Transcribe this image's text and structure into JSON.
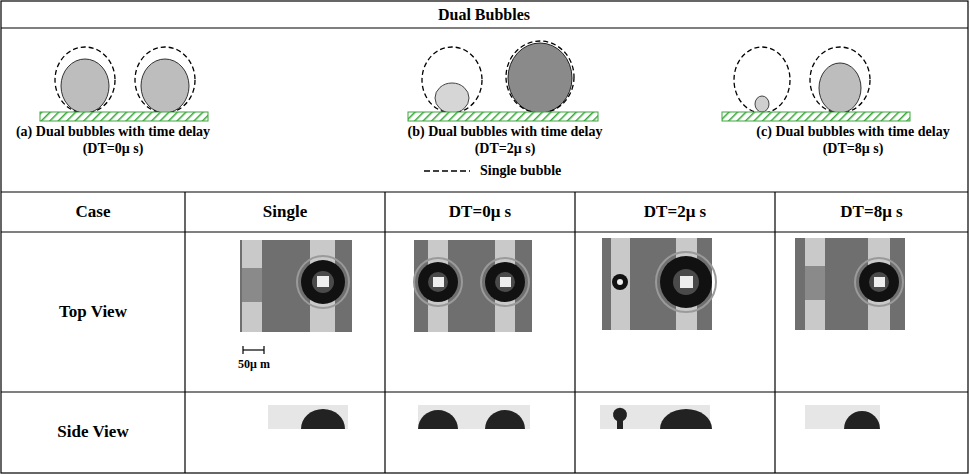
{
  "diagram": {
    "title": "Dual Bubbles",
    "labels": [
      "(a) Dual bubbles with time delay (DT=0μ s)",
      "(b) Dual bubbles with time delay (DT=2μ s)",
      "(c) Dual bubbles with time delay (DT=8μ s)",
      "Case",
      "Single",
      "DT=0μ s",
      "DT=2μ s",
      "DT=8μ s",
      "Top View",
      "Side View",
      "50μ m"
    ],
    "legend": [
      {
        "text": "Single bubble"
      }
    ]
  }
}
